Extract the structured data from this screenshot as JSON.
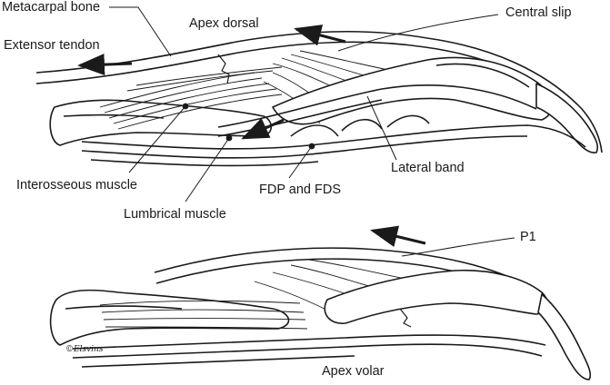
{
  "labels": {
    "metacarpal_bone": "Metacarpal bone",
    "apex_dorsal": "Apex dorsal",
    "central_slip": "Central slip",
    "extensor_tendon": "Extensor tendon",
    "interosseous_muscle": "Interosseous muscle",
    "lumbrical_muscle": "Lumbrical muscle",
    "fdp_fds": "FDP and FDS",
    "lateral_band": "Lateral band",
    "p1": "P1",
    "apex_volar": "Apex volar"
  },
  "signature": "©Elsvins",
  "colors": {
    "ink": "#1a1a1a",
    "paper": "#ffffff"
  }
}
